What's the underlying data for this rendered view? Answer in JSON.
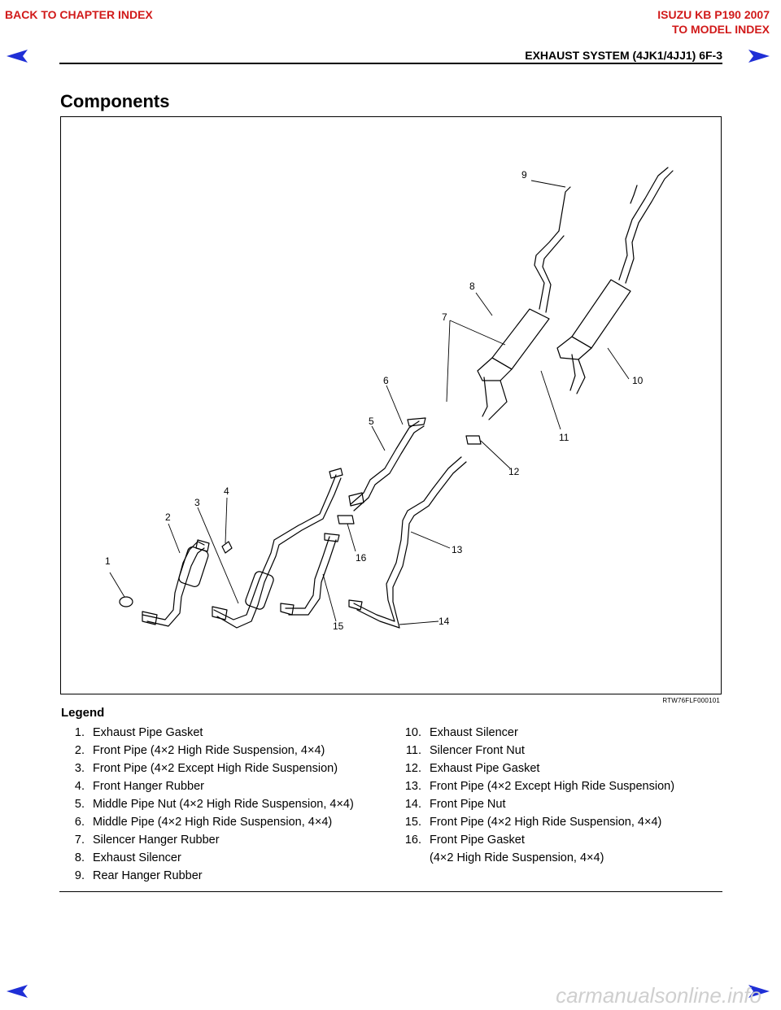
{
  "nav": {
    "back_chapter": "BACK TO CHAPTER INDEX",
    "model_line1": "ISUZU KB P190 2007",
    "model_line2": "TO MODEL INDEX"
  },
  "header": {
    "title": "EXHAUST SYSTEM (4JK1/4JJ1)  6F-3"
  },
  "section_title": "Components",
  "figure": {
    "code": "RTW76FLF000101",
    "callouts": [
      "1",
      "2",
      "3",
      "4",
      "5",
      "6",
      "7",
      "8",
      "9",
      "10",
      "11",
      "12",
      "13",
      "14",
      "15",
      "16"
    ]
  },
  "legend": {
    "title": "Legend",
    "left": [
      {
        "num": "1.",
        "text": "Exhaust Pipe Gasket"
      },
      {
        "num": "2.",
        "text": "Front Pipe (4×2 High Ride Suspension, 4×4)"
      },
      {
        "num": "3.",
        "text": "Front Pipe (4×2 Except High Ride Suspension)"
      },
      {
        "num": "4.",
        "text": "Front Hanger Rubber"
      },
      {
        "num": "5.",
        "text": "Middle Pipe Nut (4×2 High Ride Suspension, 4×4)"
      },
      {
        "num": "6.",
        "text": "Middle Pipe (4×2 High Ride Suspension, 4×4)"
      },
      {
        "num": "7.",
        "text": "Silencer Hanger Rubber"
      },
      {
        "num": "8.",
        "text": "Exhaust Silencer"
      },
      {
        "num": "9.",
        "text": "Rear Hanger Rubber"
      }
    ],
    "right": [
      {
        "num": "10.",
        "text": "Exhaust Silencer"
      },
      {
        "num": "11.",
        "text": "Silencer Front Nut"
      },
      {
        "num": "12.",
        "text": "Exhaust Pipe Gasket"
      },
      {
        "num": "13.",
        "text": "Front Pipe (4×2 Except High Ride Suspension)"
      },
      {
        "num": "14.",
        "text": "Front Pipe Nut"
      },
      {
        "num": "15.",
        "text": "Front Pipe (4×2 High Ride Suspension, 4×4)"
      },
      {
        "num": "16.",
        "text": "Front Pipe Gasket"
      },
      {
        "num": "",
        "text": "(4×2 High Ride Suspension, 4×4)"
      }
    ]
  },
  "watermark": "carmanualsonline.info",
  "colors": {
    "nav_red": "#d11a1a",
    "arrow_blue": "#1f2fd6"
  }
}
